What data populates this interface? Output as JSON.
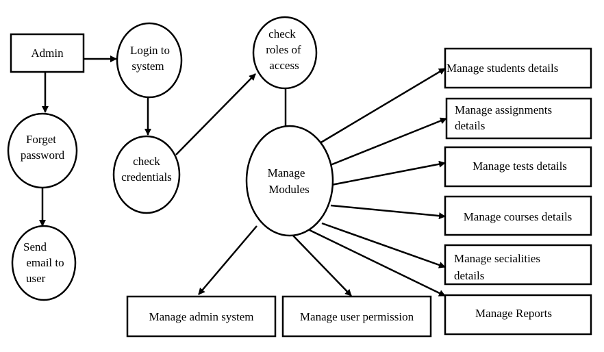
{
  "nodes": {
    "admin": {
      "lines": [
        "Admin"
      ]
    },
    "login": {
      "lines": [
        "Login to",
        "system"
      ]
    },
    "check_roles": {
      "lines": [
        "check",
        "roles of",
        "access"
      ]
    },
    "forget_password": {
      "lines": [
        "Forget",
        "password"
      ]
    },
    "check_credentials": {
      "lines": [
        "check",
        "credentials"
      ]
    },
    "send_email": {
      "lines": [
        "Send",
        "email to",
        "user"
      ]
    },
    "manage_modules": {
      "lines": [
        "Manage",
        "Modules"
      ]
    },
    "students": {
      "lines": [
        "Manage students details"
      ]
    },
    "assignments": {
      "lines": [
        "Manage assignments",
        "details"
      ]
    },
    "tests": {
      "lines": [
        "Manage tests details"
      ]
    },
    "courses": {
      "lines": [
        "Manage courses details"
      ]
    },
    "specialities": {
      "lines": [
        "Manage secialities",
        "details"
      ]
    },
    "reports": {
      "lines": [
        "Manage Reports"
      ]
    },
    "admin_system": {
      "lines": [
        "Manage admin system"
      ]
    },
    "user_permission": {
      "lines": [
        "Manage user permission"
      ]
    }
  }
}
